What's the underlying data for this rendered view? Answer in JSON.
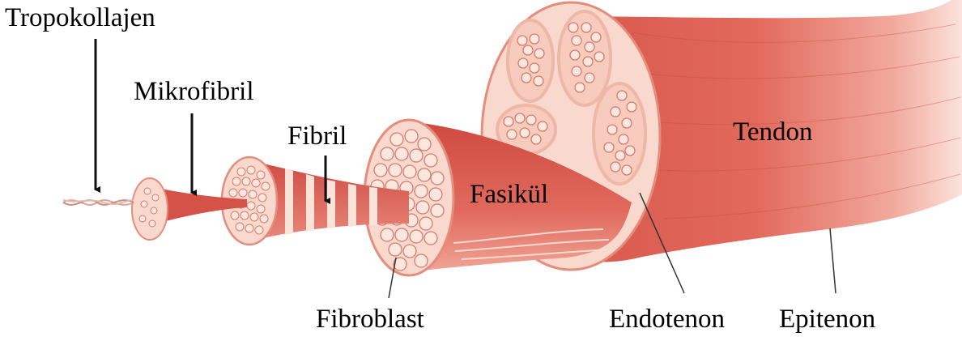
{
  "labels": {
    "tropokollajen": "Tropokollajen",
    "mikrofibril": "Mikrofibril",
    "fibril": "Fibril",
    "fasikul": "Fasikül",
    "tendon": "Tendon",
    "fibroblast": "Fibroblast",
    "endotenon": "Endotenon",
    "epitenon": "Epitenon"
  },
  "colors": {
    "muscle_dark": "#c9473f",
    "muscle": "#e0675b",
    "muscle_light": "#f0a094",
    "cross_section": "#f9d9cd",
    "cell": "#fbe7de",
    "cell_border": "#d77a6b",
    "arrow": "#111111"
  }
}
